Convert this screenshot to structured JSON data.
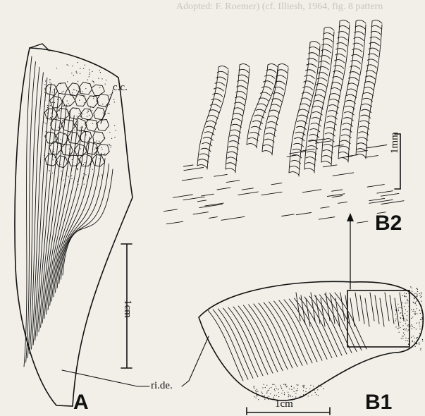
{
  "caption": "Adopted: F. Roemer) (cf. Illiesh, 1964, fig. 8 pattern",
  "labels": {
    "panel_a": "A",
    "panel_b1": "B1",
    "panel_b2": "B2",
    "cc": "c.c.",
    "ride": "ri.de."
  },
  "scale_bars": {
    "a": "1cm",
    "b1": "1cm",
    "b2": "1mm"
  },
  "colors": {
    "ink": "#111111",
    "paper": "#f1efe8"
  }
}
